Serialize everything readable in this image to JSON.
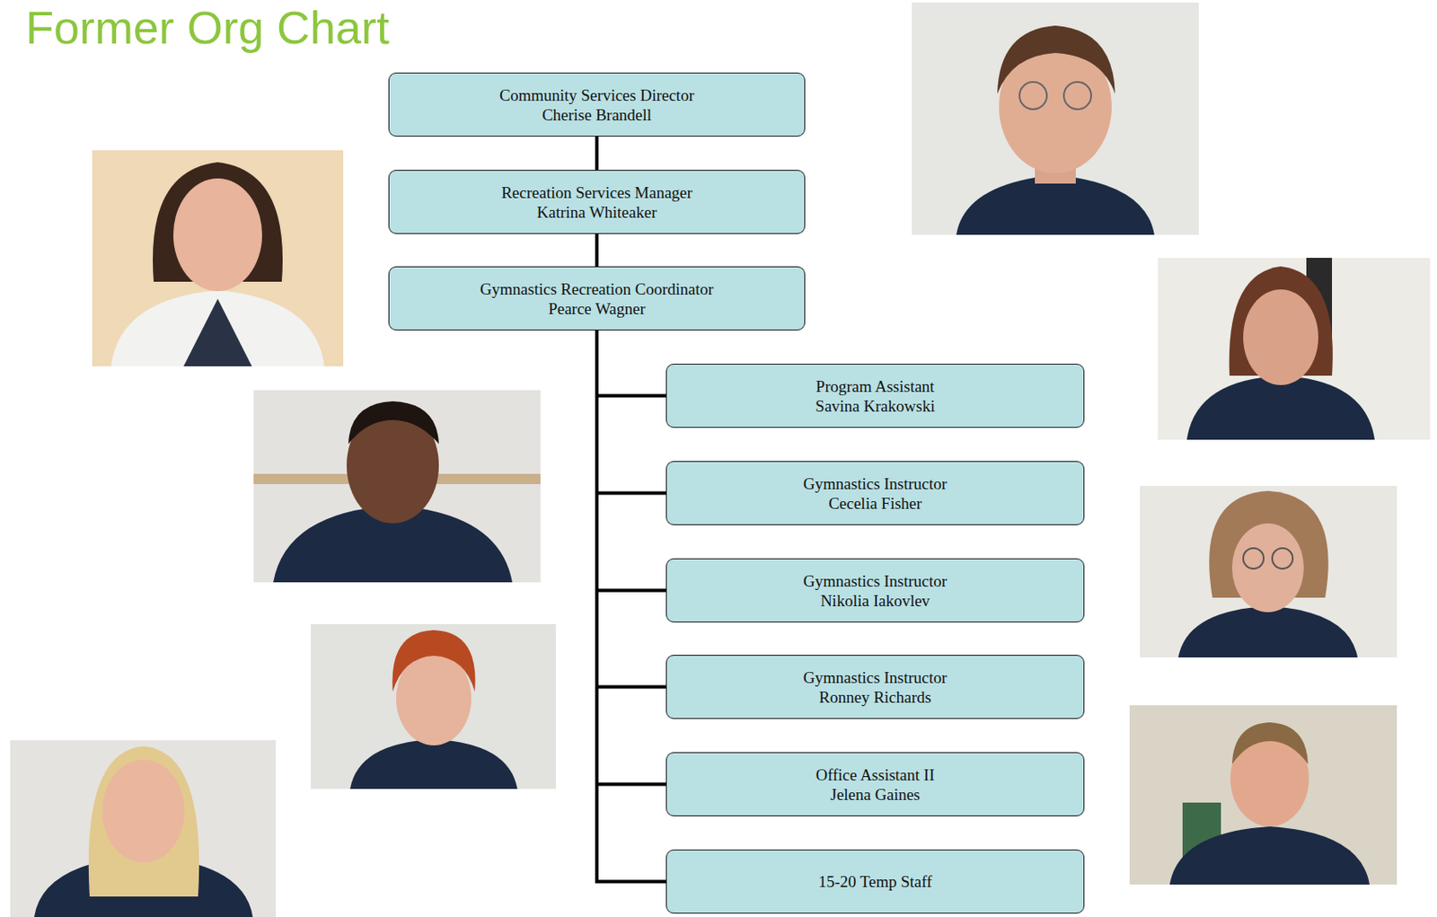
{
  "diagram": {
    "title": "Former Org Chart",
    "nodes": [
      {
        "text": [
          "Community Services Director",
          "Cherise Brandell"
        ]
      },
      {
        "text": [
          "Recreation Services Manager",
          "Katrina Whiteaker"
        ]
      },
      {
        "text": [
          "Gymnastics Recreation Coordinator",
          "Pearce Wagner"
        ]
      },
      {
        "text": [
          "Program Assistant",
          "Savina Krakowski"
        ]
      },
      {
        "text": [
          "Gymnastics Instructor",
          "Cecelia Fisher"
        ]
      },
      {
        "text": [
          "Gymnastics Instructor",
          "Nikolia Iakovlev"
        ]
      },
      {
        "text": [
          "Gymnastics Instructor",
          "Ronney Richards"
        ]
      },
      {
        "text": [
          "Office Assistant II",
          "Jelena Gaines"
        ]
      },
      {
        "text": [
          "15-20 Temp Staff"
        ]
      }
    ],
    "edges": [
      {
        "from": 0,
        "to": 1,
        "arrow": "none"
      },
      {
        "from": 1,
        "to": 2,
        "arrow": "none"
      },
      {
        "from": 2,
        "to": 3,
        "arrow": "none"
      },
      {
        "from": 2,
        "to": 4,
        "arrow": "none"
      },
      {
        "from": 2,
        "to": 5,
        "arrow": "none"
      },
      {
        "from": 2,
        "to": 6,
        "arrow": "none"
      },
      {
        "from": 2,
        "to": 7,
        "arrow": "none"
      },
      {
        "from": 2,
        "to": 8,
        "arrow": "none"
      }
    ]
  }
}
